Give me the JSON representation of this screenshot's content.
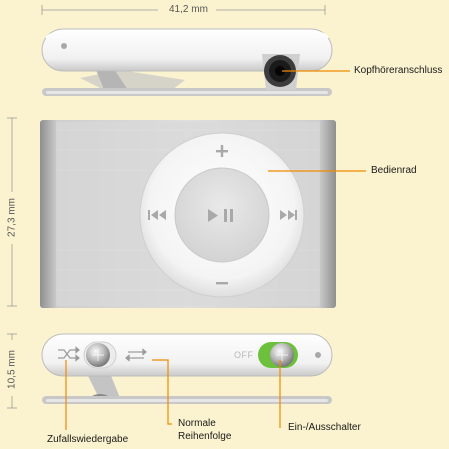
{
  "dimensions": {
    "width": "41,2 mm",
    "height": "27,3 mm",
    "depth": "10,5  mm"
  },
  "labels": {
    "headphone_jack": "Kopfhöreranschluss",
    "click_wheel": "Bedienrad",
    "shuffle": "Zufallswiedergabe",
    "normal_order_line1": "Normale",
    "normal_order_line2": "Reihenfolge",
    "power_switch": "Ein-/Ausschalter"
  },
  "switch_text": "OFF",
  "colors": {
    "background": "#fbf3cf",
    "callout_line": "#f08a00",
    "switch_green": "#6cc03c"
  },
  "icons": {
    "volume_up": "plus-icon",
    "volume_down": "minus-icon",
    "previous": "previous-track-icon",
    "next": "next-track-icon",
    "play_pause": "play-pause-icon",
    "shuffle": "shuffle-icon",
    "repeat": "repeat-icon"
  }
}
